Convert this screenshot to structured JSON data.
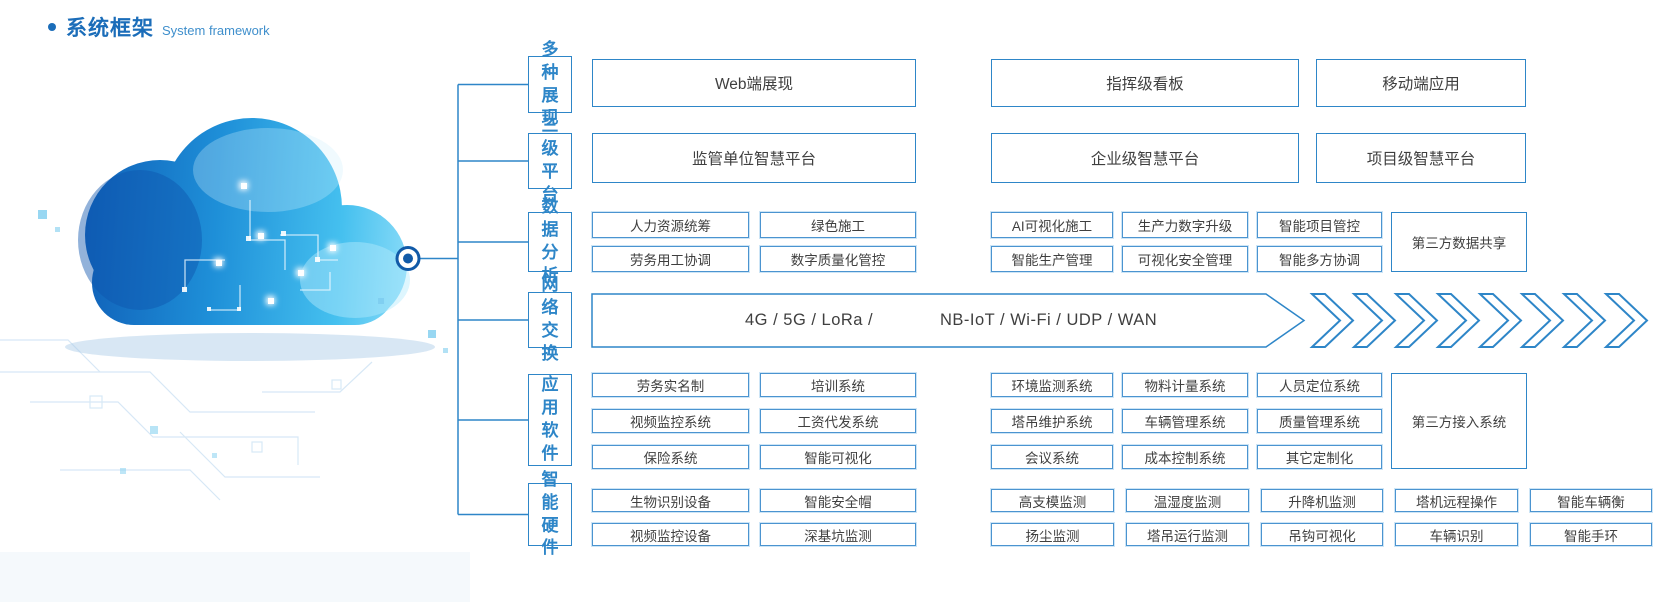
{
  "title": {
    "zh": "系统框架",
    "en": "System framework"
  },
  "colors": {
    "accent": "#2e86c8",
    "title_blue": "#1b6db9",
    "box_text": "#3f3f3f",
    "cloud_dark": "#0f5cb5",
    "cloud_light": "#9ae2fa"
  },
  "sections": {
    "display": {
      "label": "多种展现",
      "boxes": [
        "Web端展现",
        "指挥级看板",
        "移动端应用"
      ]
    },
    "platform": {
      "label": "三级平台",
      "boxes": [
        "监管单位智慧平台",
        "企业级智慧平台",
        "项目级智慧平台"
      ]
    },
    "data_analysis": {
      "label": "数据分析",
      "left": [
        [
          "人力资源统筹",
          "绿色施工"
        ],
        [
          "劳务用工协调",
          "数字质量化管控"
        ]
      ],
      "mid": [
        [
          "AI可视化施工",
          "生产力数字升级",
          "智能项目管控"
        ],
        [
          "智能生产管理",
          "可视化安全管理",
          "智能多方协调"
        ]
      ],
      "tall": "第三方数据共享"
    },
    "network": {
      "label": "网络交换",
      "left_text": "4G / 5G / LoRa /",
      "right_text": "NB-IoT / Wi-Fi / UDP / WAN",
      "chevron_count": 8
    },
    "software": {
      "label": "应用软件",
      "left": [
        [
          "劳务实名制",
          "培训系统"
        ],
        [
          "视频监控系统",
          "工资代发系统"
        ],
        [
          "保险系统",
          "智能可视化"
        ]
      ],
      "mid": [
        [
          "环境监测系统",
          "物料计量系统",
          "人员定位系统"
        ],
        [
          "塔吊维护系统",
          "车辆管理系统",
          "质量管理系统"
        ],
        [
          "会议系统",
          "成本控制系统",
          "其它定制化"
        ]
      ],
      "tall": "第三方接入系统"
    },
    "hardware": {
      "label": "智能硬件",
      "left": [
        [
          "生物识别设备",
          "智能安全帽"
        ],
        [
          "视频监控设备",
          "深基坑监测"
        ]
      ],
      "right": [
        [
          "高支模监测",
          "温湿度监测",
          "升降机监测",
          "塔机远程操作",
          "智能车辆衡"
        ],
        [
          "扬尘监测",
          "塔吊运行监测",
          "吊钩可视化",
          "车辆识别",
          "智能手环"
        ]
      ]
    }
  }
}
